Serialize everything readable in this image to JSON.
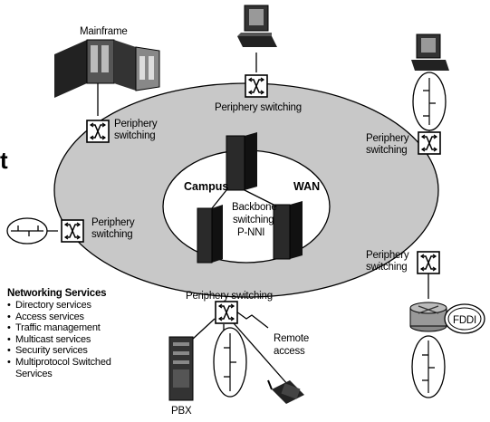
{
  "labels": {
    "mainframe": "Mainframe",
    "periphery_top": "Periphery switching",
    "periphery_left_top": [
      "Periphery",
      "switching"
    ],
    "periphery_right_top": [
      "Periphery",
      "switching"
    ],
    "periphery_left_mid": [
      "Periphery",
      "switching"
    ],
    "periphery_right_mid": [
      "Periphery",
      "switching"
    ],
    "periphery_bottom": "Periphery switching",
    "campus": "Campus",
    "wan": "WAN",
    "backbone": [
      "Backbone",
      "switching",
      "P-NNI"
    ],
    "remote_access": [
      "Remote",
      "access"
    ],
    "fddi": "FDDI",
    "pbx": "PBX",
    "edge_fragment": "t"
  },
  "networking_services": {
    "title": "Networking Services",
    "items": [
      "Directory services",
      "Access services",
      "Traffic management",
      "Multicast services",
      "Security services",
      "Multiprotocol Switched"
    ],
    "continuation": "Services"
  },
  "colors": {
    "ring": "#c8c8c8",
    "switch_fill": "#ffffff",
    "tower_fill": "#2a2a2a",
    "line": "#000000"
  },
  "icons": [
    "switch-icon",
    "mainframe-icon",
    "workstation-icon",
    "token-ring-icon",
    "ethernet-bus-icon",
    "pbx-icon",
    "video-camera-icon",
    "fddi-router-icon"
  ]
}
